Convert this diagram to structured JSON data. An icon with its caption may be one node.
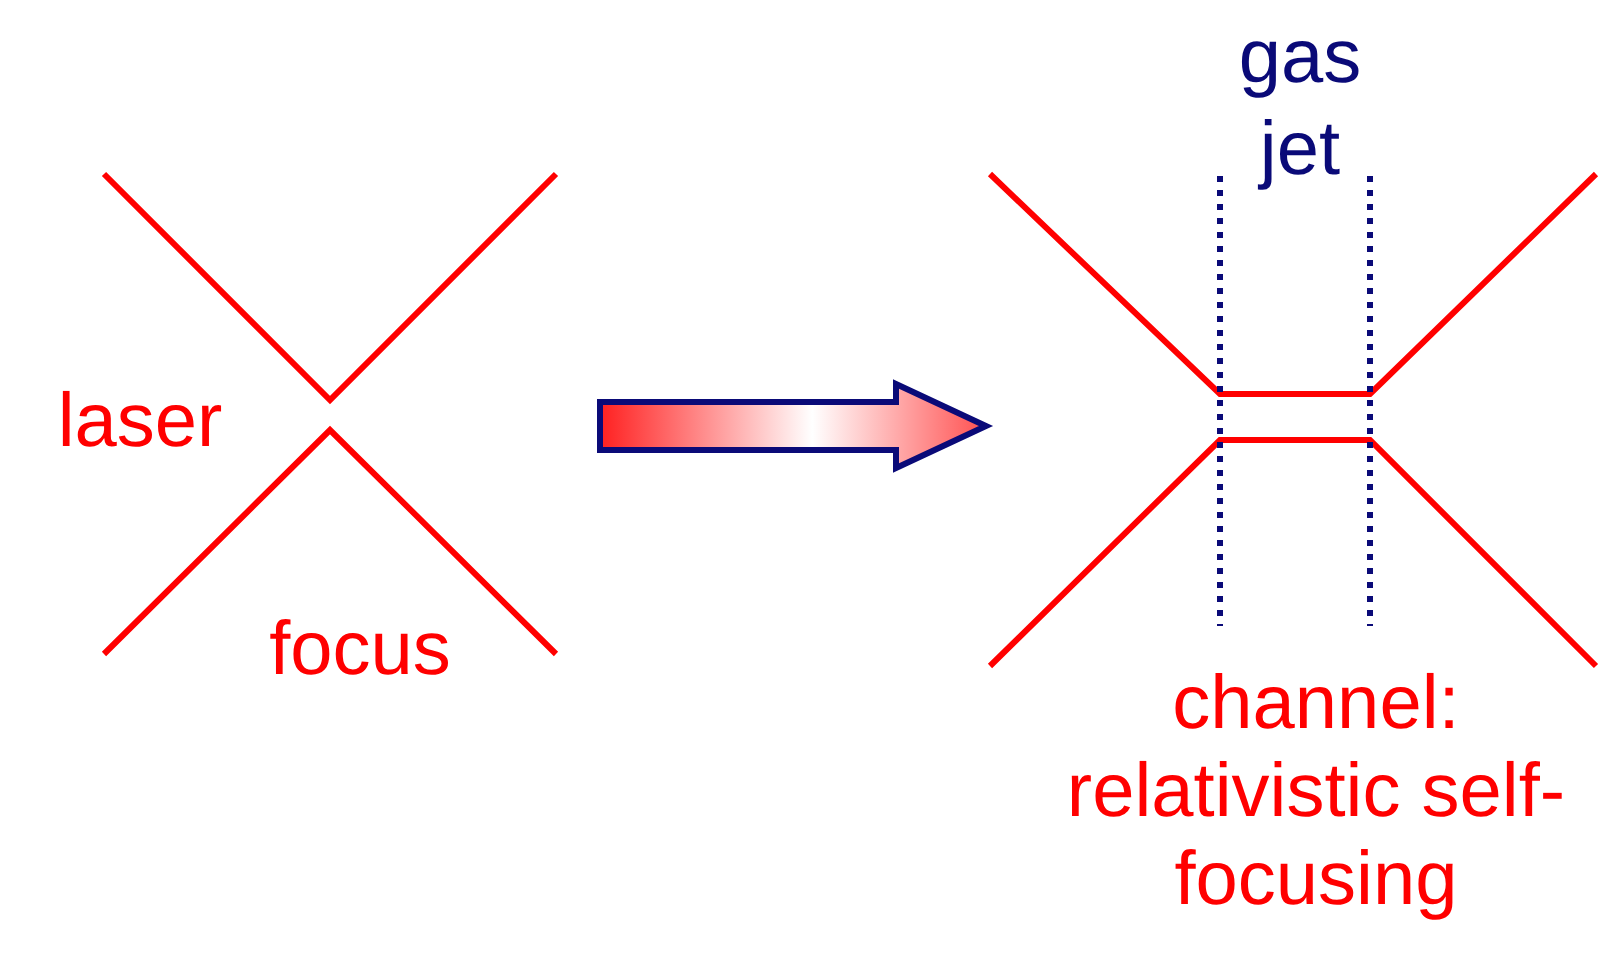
{
  "diagram": {
    "nodes": [
      {
        "text": [
          "laser",
          "focus"
        ]
      },
      {
        "text": [
          "gas jet",
          "channel: relativistic self-focusing"
        ]
      }
    ],
    "edges": [
      {
        "from": 0,
        "to": 1,
        "arrow": "to",
        "style": "thick"
      }
    ]
  }
}
